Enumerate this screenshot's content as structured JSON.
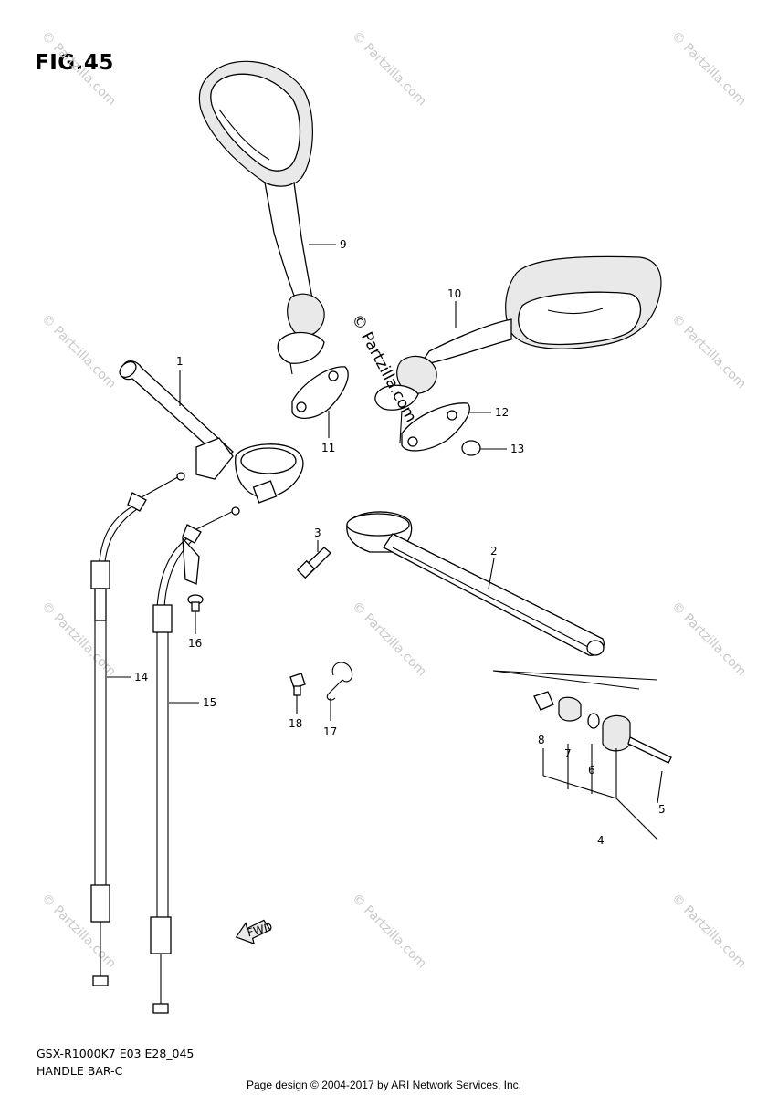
{
  "figure": {
    "title": "FIG.45",
    "model_code": "GSX-R1000K7 E03 E28_045",
    "assembly_name": "HANDLE BAR-C",
    "page_credit": "Page design © 2004-2017 by ARI Network Services, Inc."
  },
  "watermark": {
    "center_text": "© Partzilla.com",
    "tile_text": "© Partzilla.com"
  },
  "fwd_arrow_label": "FWD",
  "callouts": [
    {
      "id": "1",
      "label": "1"
    },
    {
      "id": "2",
      "label": "2"
    },
    {
      "id": "3",
      "label": "3"
    },
    {
      "id": "4",
      "label": "4"
    },
    {
      "id": "5",
      "label": "5"
    },
    {
      "id": "6",
      "label": "6"
    },
    {
      "id": "7",
      "label": "7"
    },
    {
      "id": "8",
      "label": "8"
    },
    {
      "id": "9",
      "label": "9"
    },
    {
      "id": "10",
      "label": "10"
    },
    {
      "id": "11",
      "label": "11"
    },
    {
      "id": "12",
      "label": "12"
    },
    {
      "id": "13",
      "label": "13"
    },
    {
      "id": "14",
      "label": "14"
    },
    {
      "id": "15",
      "label": "15"
    },
    {
      "id": "16",
      "label": "16"
    },
    {
      "id": "17",
      "label": "17"
    },
    {
      "id": "18",
      "label": "18"
    }
  ]
}
